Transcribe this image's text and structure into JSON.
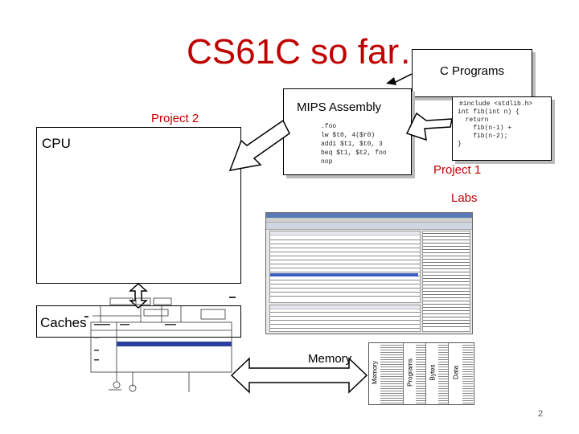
{
  "slide": {
    "title": "CS61C so far…",
    "page_number": "2"
  },
  "labels": {
    "c_programs": "C Programs",
    "mips_assembly": "MIPS Assembly",
    "project2": "Project 2",
    "cpu": "CPU",
    "project1": "Project 1",
    "labs": "Labs",
    "caches": "Caches",
    "memory": "Memory"
  },
  "code": {
    "c_include": "#include <stdlib.h>",
    "c_body": [
      "int fib(int n) {",
      "  return",
      "    fib(n-1) +",
      "    fib(n-2);",
      "}"
    ],
    "asm_lines": [
      ".foo",
      "lw $t0, 4($r0)",
      "addi $t1, $t0, 3",
      "beq $t1, $t2, foo",
      "nop"
    ]
  },
  "memory_diagram": {
    "col_labels": [
      "Memory",
      "Programs",
      "Bytes",
      "Data"
    ]
  },
  "colors": {
    "title_red": "#c00000",
    "project_red": "#c00000",
    "shadow": "#bbbbbb"
  }
}
